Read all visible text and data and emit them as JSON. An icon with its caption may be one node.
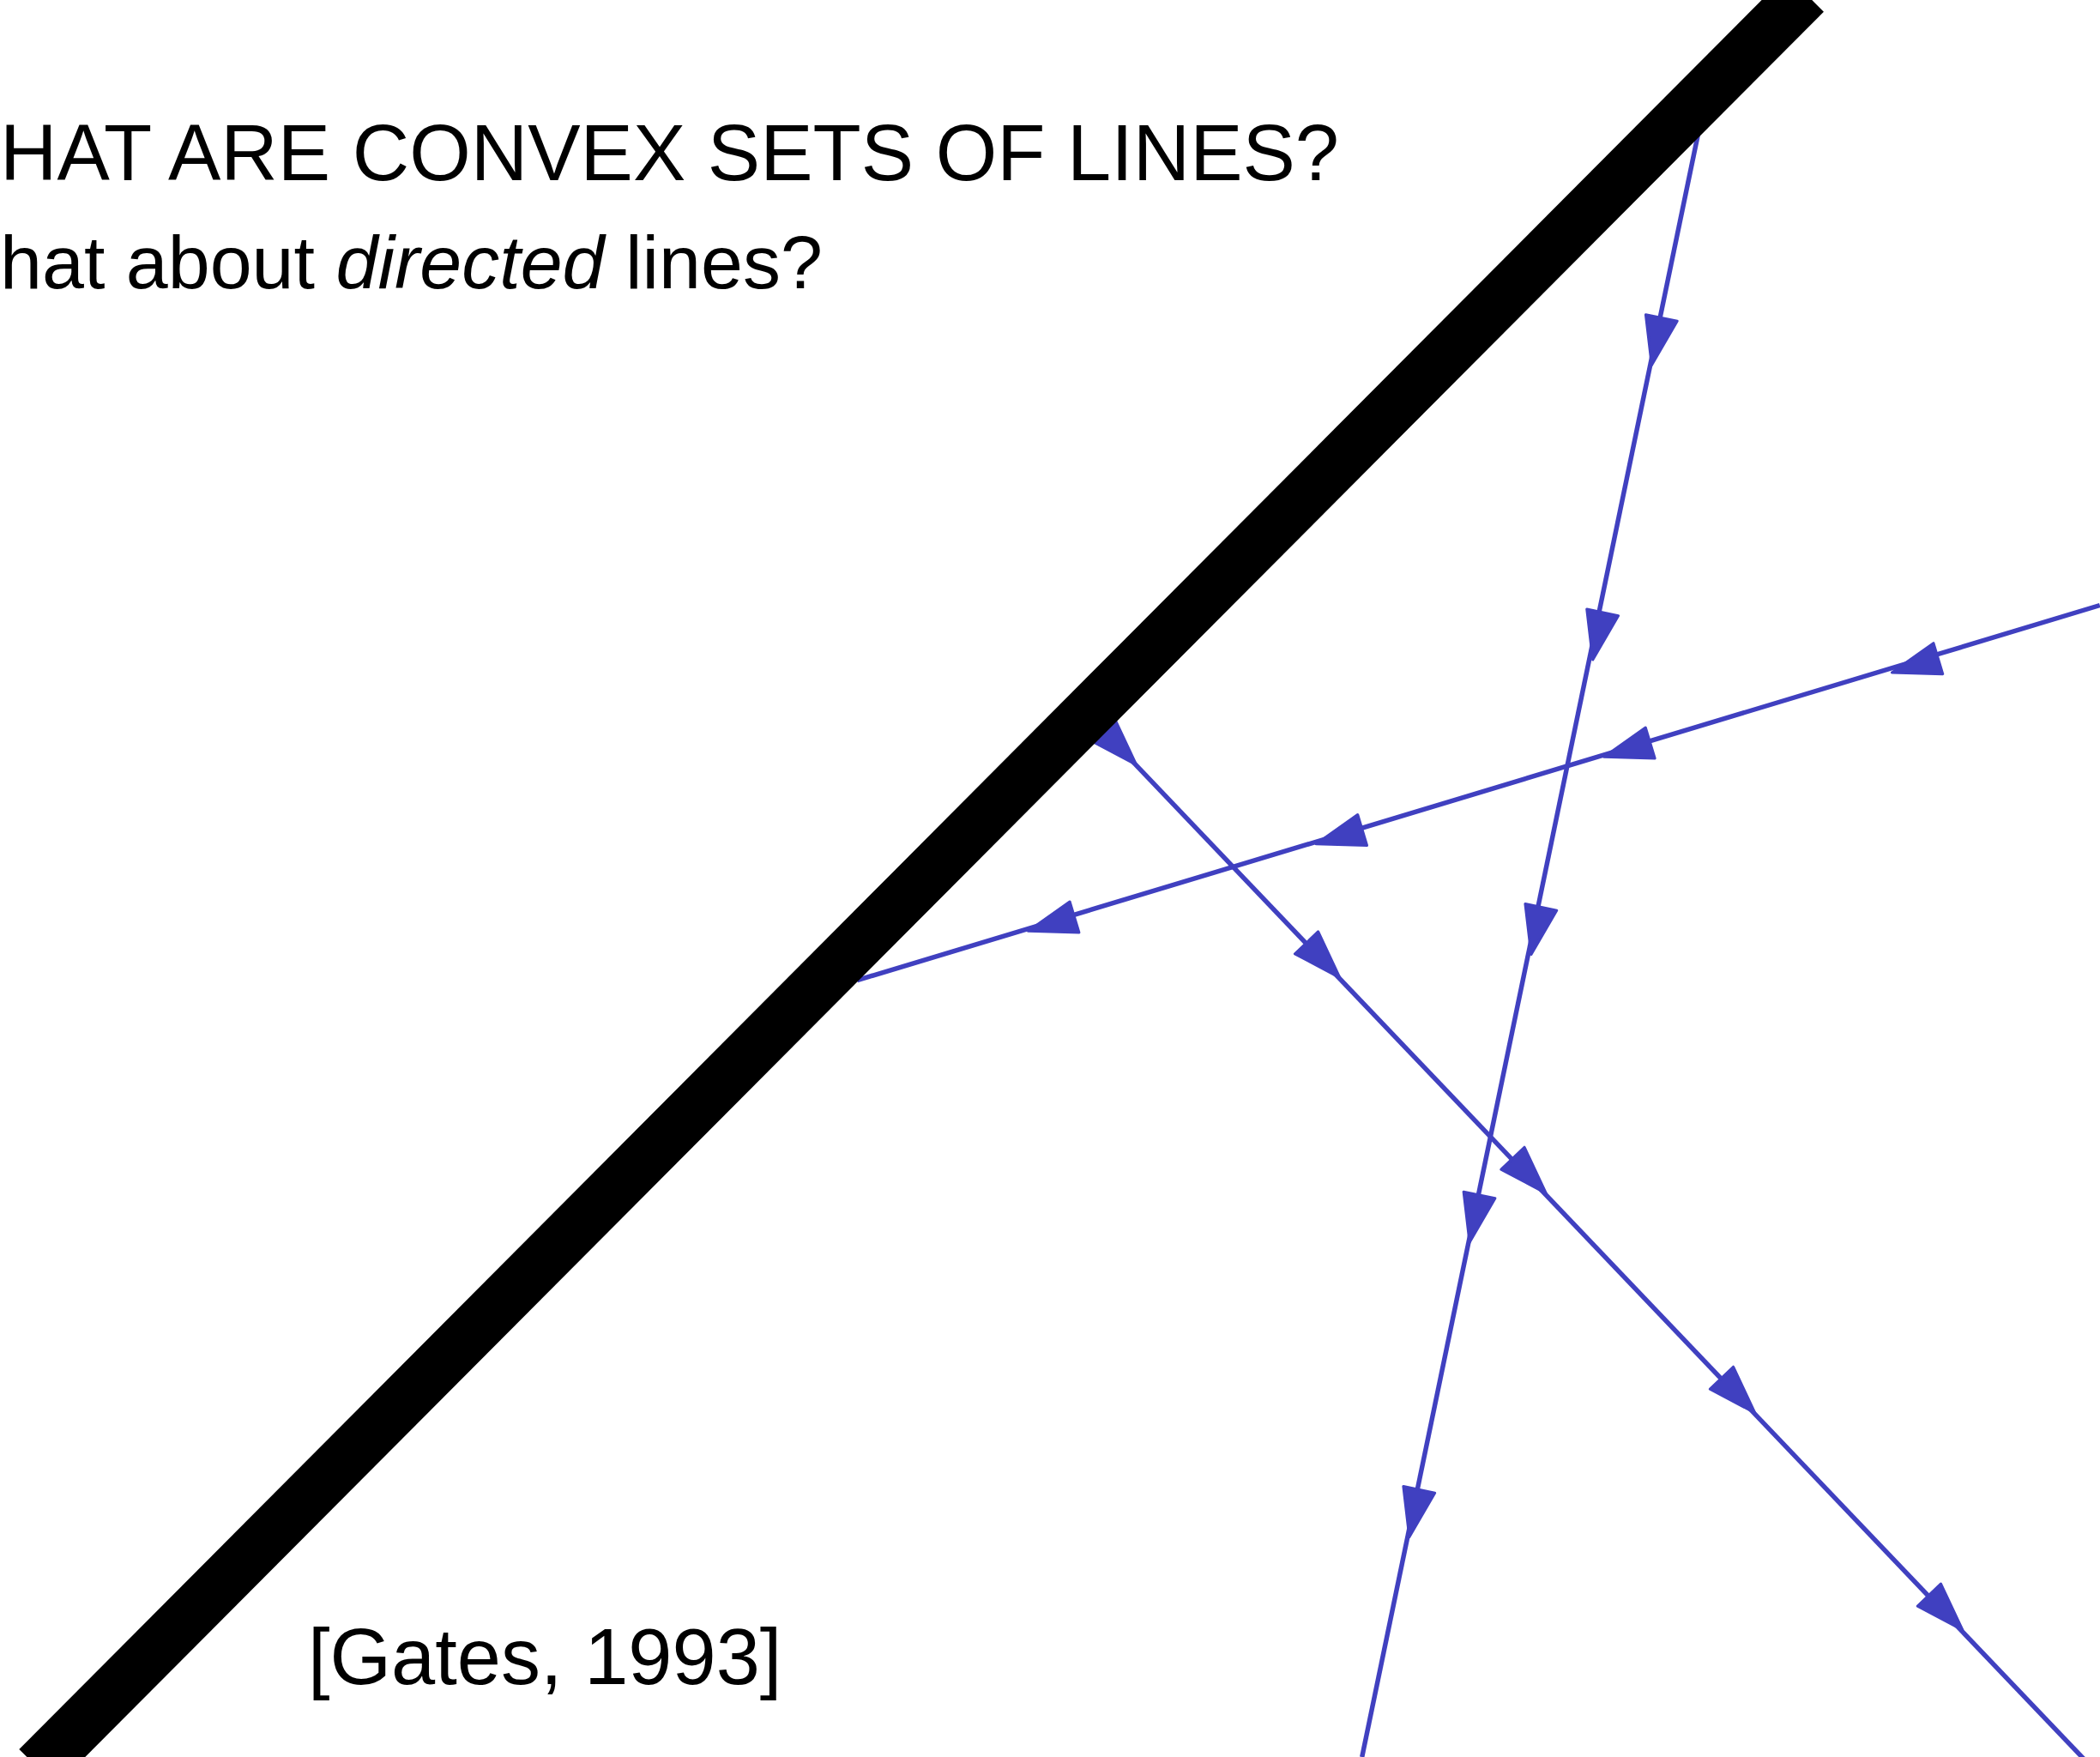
{
  "diagram": {
    "title": "HAT ARE CONVEX SETS OF LINES?",
    "labels": [
      "hat about *directed* lines?",
      "[Gates, 1993]"
    ]
  }
}
